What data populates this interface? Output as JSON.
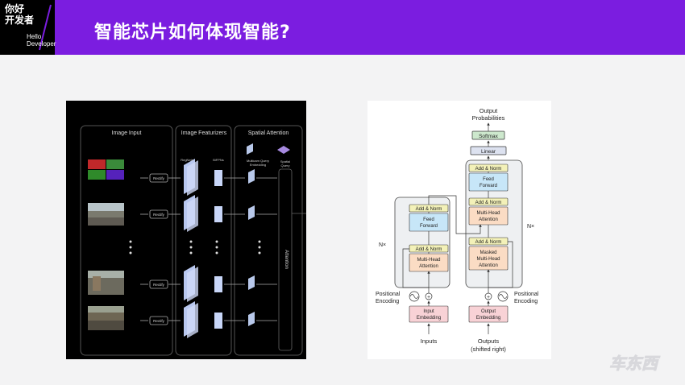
{
  "logo": {
    "line1": "你好",
    "line2": "开发者",
    "en1": "Hello",
    "en2": "Developer"
  },
  "slide": {
    "title": "智能芯片如何体现智能?"
  },
  "tesla": {
    "sections": [
      "Image Input",
      "Image Featurizers",
      "Spatial Attention"
    ],
    "rectify": "Rectify",
    "regnets": "RegNets",
    "bifpns": "BiFPNs",
    "mq_line1": "Multicam Query",
    "mq_line2": "Embedding",
    "sq_line1": "Spatial",
    "sq_line2": "Query",
    "attention": "Attention"
  },
  "transformer": {
    "output_probs_1": "Output",
    "output_probs_2": "Probabilities",
    "softmax": "Softmax",
    "linear": "Linear",
    "add_norm": "Add & Norm",
    "feed_forward_1": "Feed",
    "feed_forward_2": "Forward",
    "mha_1": "Multi-Head",
    "mha_2": "Attention",
    "masked_1": "Masked",
    "nx": "N×",
    "pos_enc_1": "Positional",
    "pos_enc_2": "Encoding",
    "input_emb_1": "Input",
    "input_emb_2": "Embedding",
    "output_emb_1": "Output",
    "output_emb_2": "Embedding",
    "inputs": "Inputs",
    "outputs_1": "Outputs",
    "outputs_2": "(shifted right)"
  },
  "watermark": {
    "text": "车东西"
  }
}
